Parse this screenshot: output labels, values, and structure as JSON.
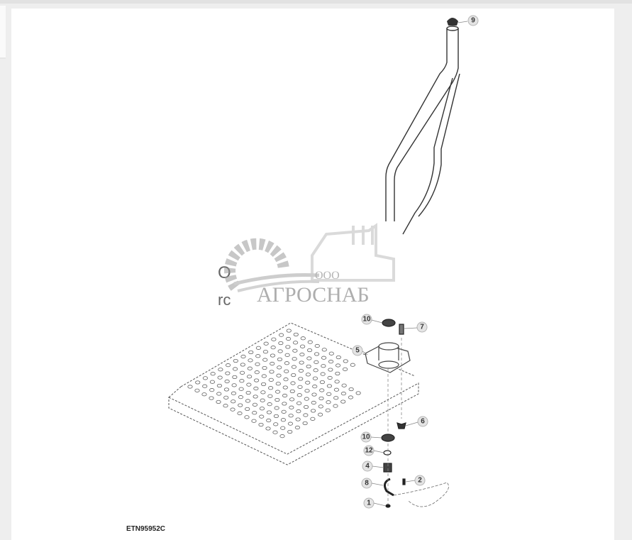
{
  "diagram": {
    "figure_id": "ETN95952C",
    "callouts": [
      {
        "label": "9"
      },
      {
        "label": "10"
      },
      {
        "label": "7"
      },
      {
        "label": "5"
      },
      {
        "label": "6"
      },
      {
        "label": "10"
      },
      {
        "label": "12"
      },
      {
        "label": "4"
      },
      {
        "label": "2"
      },
      {
        "label": "8"
      },
      {
        "label": "1"
      }
    ]
  },
  "watermark": {
    "company_prefix": "ООО",
    "company_name": "АГРОСНАБ"
  },
  "background_text": {
    "fragment_1": "O",
    "fragment_2": "rc"
  }
}
